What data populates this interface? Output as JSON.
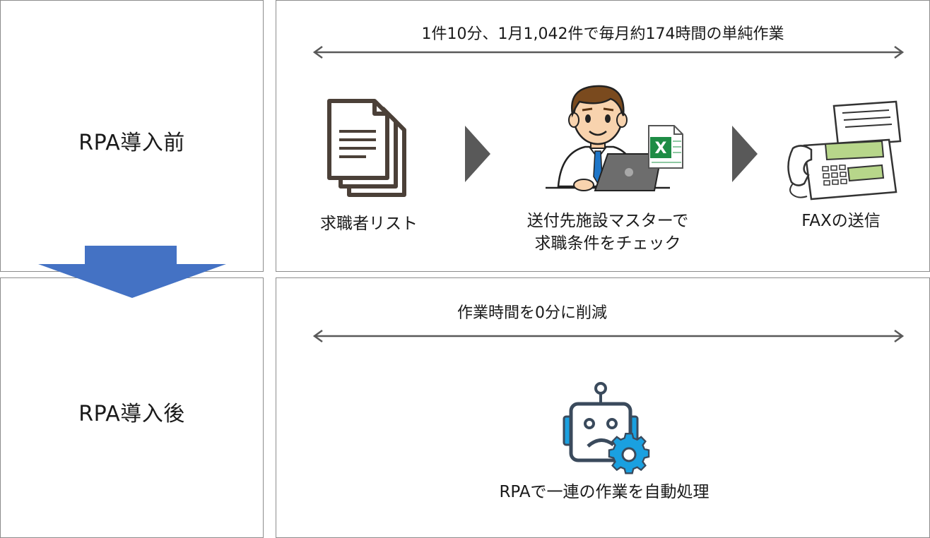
{
  "before": {
    "label": "RPA導入前",
    "span_text": "1件10分、1月1,042件で毎月約174時間の単純作業",
    "steps": [
      {
        "icon": "document-stack-icon",
        "caption": "求職者リスト"
      },
      {
        "icon": "man-with-laptop-excel-icon",
        "caption_line1": "送付先施設マスターで",
        "caption_line2": "求職条件をチェック"
      },
      {
        "icon": "fax-machine-icon",
        "caption": "FAXの送信"
      }
    ]
  },
  "after": {
    "label": "RPA導入後",
    "span_text": "作業時間を0分に削減",
    "robot_icon": "robot-gear-icon",
    "caption": "RPAで一連の作業を自動処理"
  },
  "colors": {
    "border": "#8c8c8c",
    "down_arrow": "#4472c4",
    "chevron": "#595959",
    "span_arrow": "#595959",
    "robot": "#1aa0e0",
    "excel_green": "#1e8c45"
  }
}
